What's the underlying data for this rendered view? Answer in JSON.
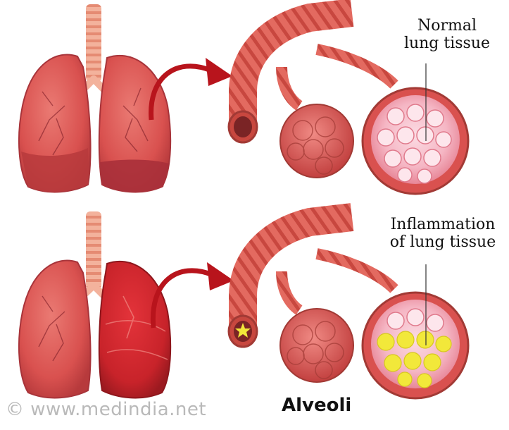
{
  "labels": {
    "normal_line1": "Normal",
    "normal_line2": "lung tissue",
    "inflam_line1": "Inflammation",
    "inflam_line2": "of lung tissue",
    "alveoli": "Alveoli"
  },
  "watermark": "© www.medindia.net",
  "colors": {
    "lung_normal": "#d9514f",
    "lung_dark": "#b73a3c",
    "lung_inflamed": "#c8232a",
    "trachea": "#f0a48c",
    "arrow": "#b8141c",
    "alveoli_pink": "#f5b6c4",
    "inflammation_yellow": "#f2e83a"
  },
  "icons": [
    "trachea-icon",
    "lung-icon",
    "curved-arrow-icon",
    "bronchiole-icon",
    "alveolus-cluster-icon",
    "star-icon"
  ]
}
